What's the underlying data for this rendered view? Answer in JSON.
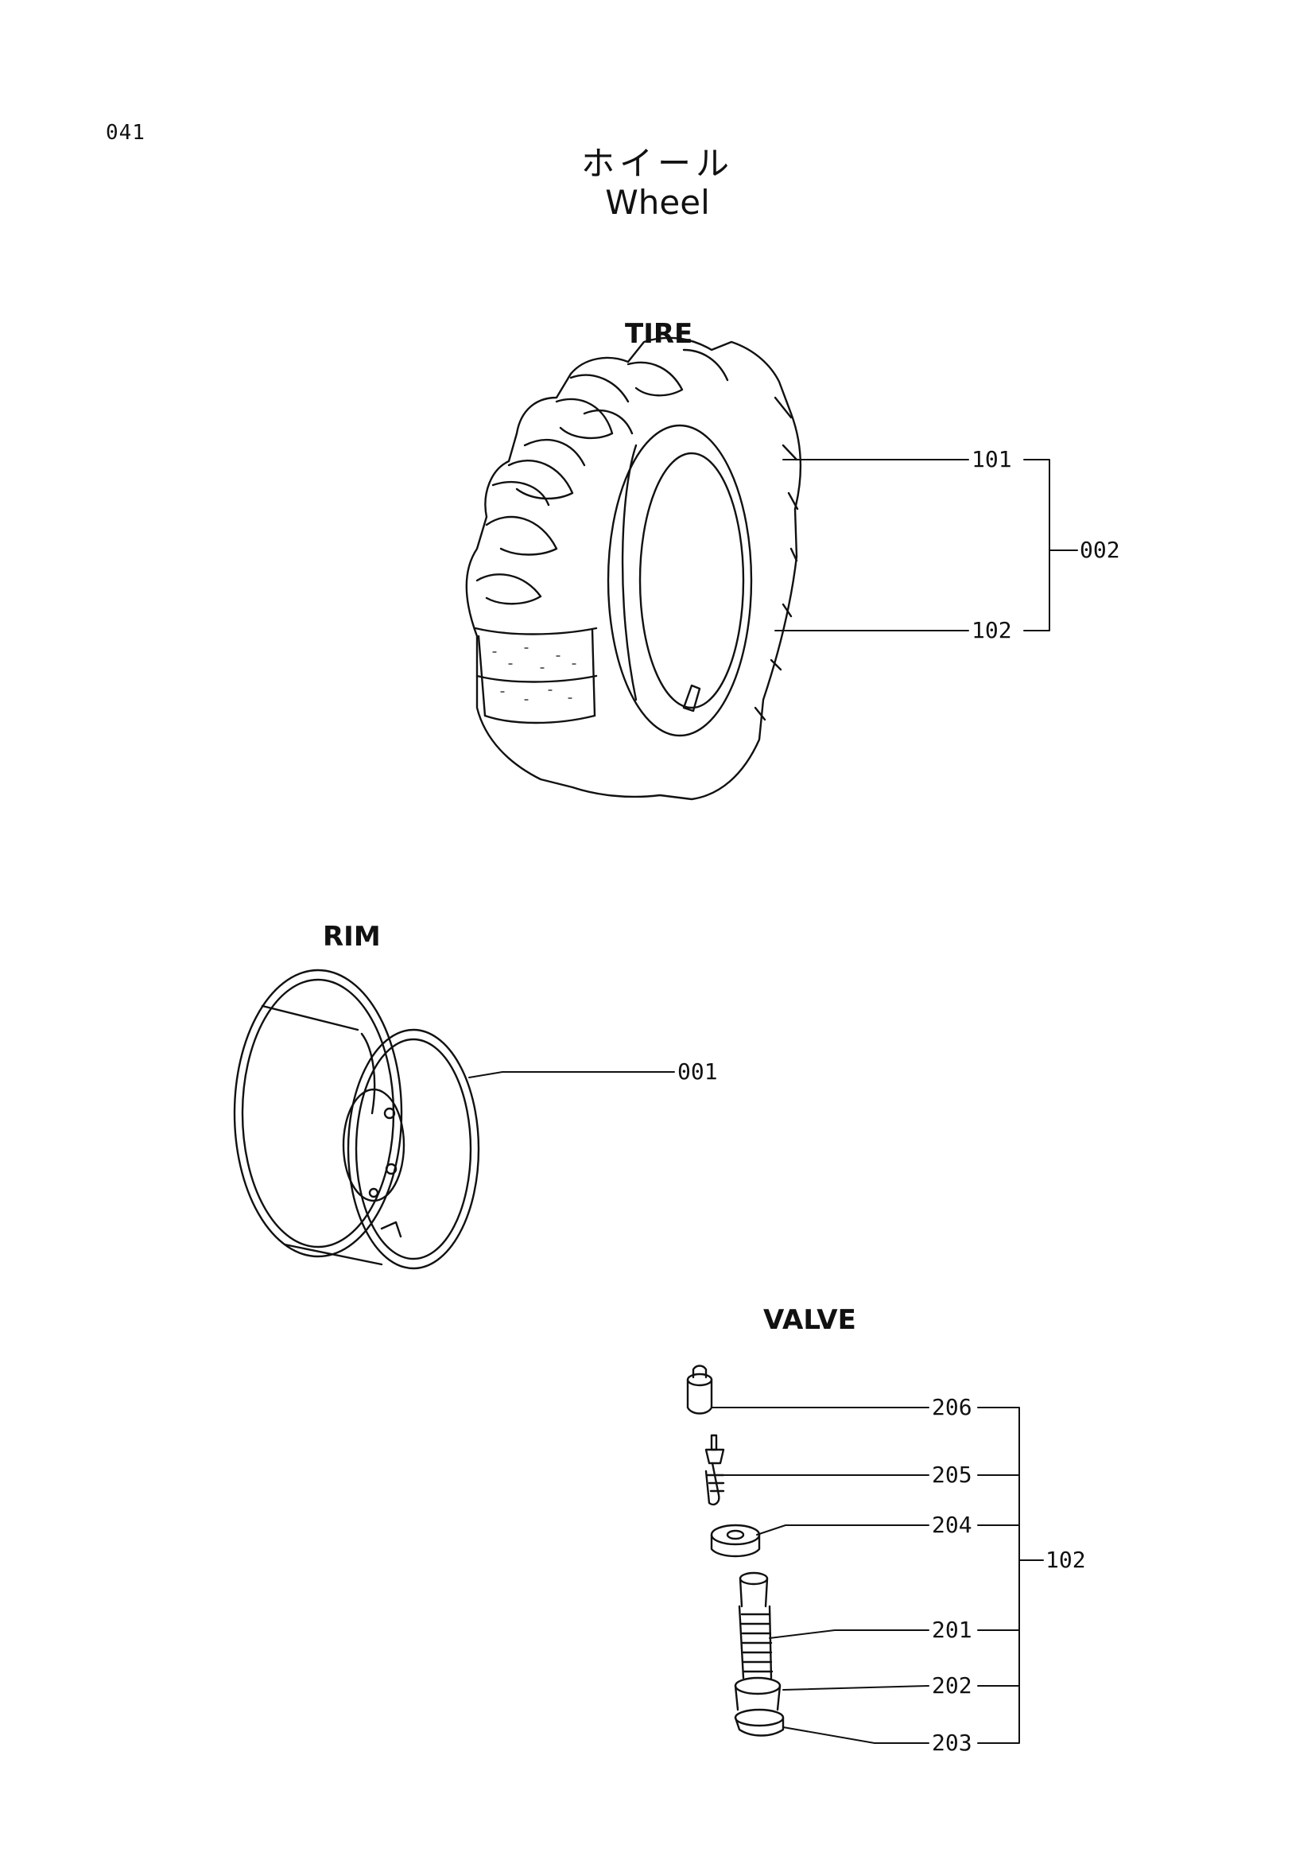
{
  "page": {
    "number": "041",
    "title_ja": "ホイール",
    "title_en": "Wheel"
  },
  "sections": {
    "tire": "TIRE",
    "rim": "RIM",
    "valve": "VALVE"
  },
  "callouts": {
    "c101": "101",
    "c102": "102",
    "c002": "002",
    "c001": "001",
    "c206": "206",
    "c205": "205",
    "c204": "204",
    "c102b": "102",
    "c201": "201",
    "c202": "202",
    "c203": "203"
  }
}
